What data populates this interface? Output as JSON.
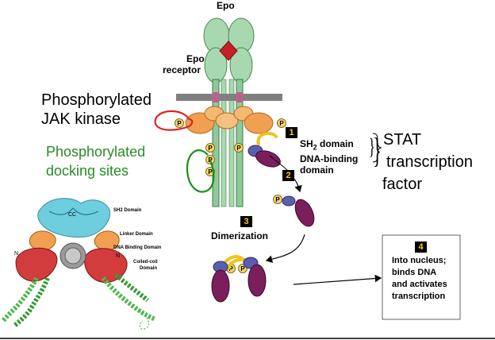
{
  "labels": {
    "epo": "Epo",
    "epo_receptor_1": "Epo",
    "epo_receptor_2": "receptor",
    "phos_jak_1": "Phosphorylated",
    "phos_jak_2": "JAK kinase",
    "docking_1": "Phosphorylated",
    "docking_2": "docking sites",
    "sh2_prefix": "SH",
    "sh2_sub": "2",
    "sh2_suffix": " domain",
    "dna_binding_1": "DNA-binding",
    "dna_binding_2": "domain",
    "stat_1": "STAT",
    "stat_2": "transcription",
    "stat_3": "factor",
    "dimerization": "Dimerization",
    "nucleus_1": "Into nucleus;",
    "nucleus_2": "binds DNA",
    "nucleus_3": "and activates",
    "nucleus_4": "transcription",
    "phospho_p": "P"
  },
  "steps": [
    "1",
    "2",
    "3",
    "4"
  ],
  "structure_labels": {
    "sh2": "SH2 Domain",
    "linker": "Linker Domain",
    "dna_binding": "DNA Binding Domain",
    "coiled_1": "Coiled-coil",
    "coiled_2": "Domain",
    "cc": "CC",
    "n_left": "N",
    "n_right": "N"
  },
  "colors": {
    "receptor_green": "#9fd0a5",
    "membrane_gray": "#808080",
    "jak_orange": "#f0a050",
    "stat_purple": "#7a1f5c",
    "stat_blue": "#5a5fb0",
    "linker_yellow": "#f2c21a",
    "phospho_yellow": "#f5d76e",
    "annotation_red": "#e02020",
    "annotation_green": "#1e8c1e",
    "docking_text_green": "#2a8a2a"
  }
}
